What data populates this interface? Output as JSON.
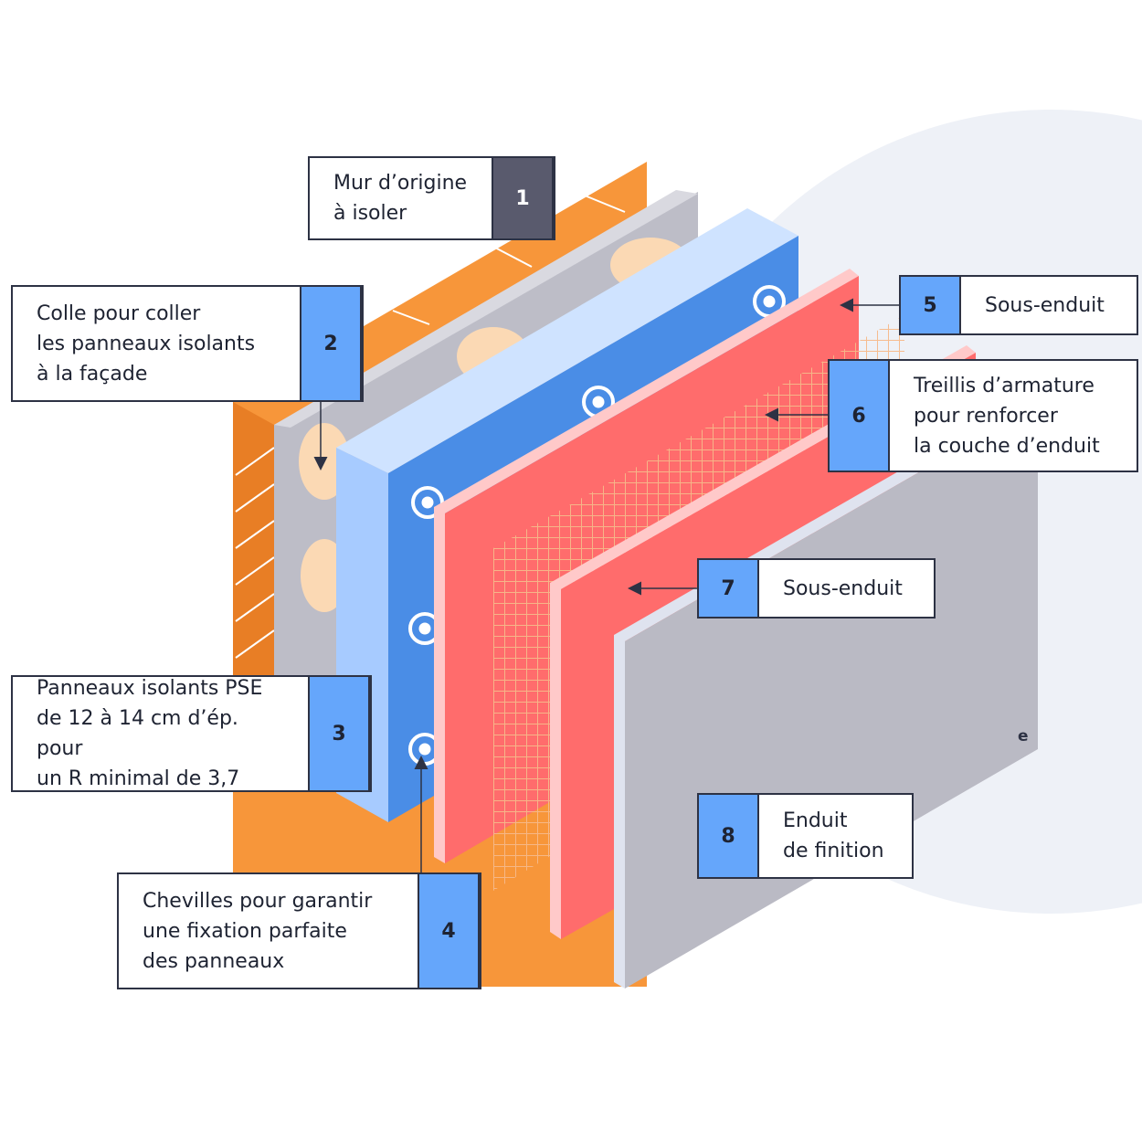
{
  "layers": [
    {
      "number": "1",
      "lines": [
        "Mur d’origine",
        "à isoler"
      ]
    },
    {
      "number": "2",
      "lines": [
        "Colle pour coller",
        "les panneaux isolants",
        "à la façade"
      ]
    },
    {
      "number": "3",
      "lines": [
        "Panneaux isolants PSE",
        "de 12 à 14 cm d’ép. pour",
        "un R minimal de 3,7"
      ]
    },
    {
      "number": "4",
      "lines": [
        "Chevilles pour garantir",
        "une fixation parfaite",
        "des panneaux"
      ]
    },
    {
      "number": "5",
      "lines": [
        "Sous-enduit"
      ]
    },
    {
      "number": "6",
      "lines": [
        "Treillis d’armature",
        "pour renforcer",
        "la couche d’enduit"
      ]
    },
    {
      "number": "7",
      "lines": [
        "Sous-enduit"
      ]
    },
    {
      "number": "8",
      "lines": [
        "Enduit",
        "de finition"
      ]
    }
  ],
  "brand_mark": "e",
  "colors": {
    "brick": "#f7963a",
    "brick_side": "#e87e25",
    "wall_grey": "#bdbdc7",
    "glue": "#fbd9b4",
    "insulation_blue": "#4a8de6",
    "insulation_top": "#cfe3ff",
    "insulation_side": "#a7cbff",
    "render_red": "#ff6c6c",
    "render_edge": "#ffc9c9",
    "mesh": "#f6b98a",
    "finish_grey": "#babac4",
    "callout_number_bg": "#65a6fb",
    "callout_number_dark_bg": "#595a6d",
    "background_shape": "#eef1f7"
  }
}
